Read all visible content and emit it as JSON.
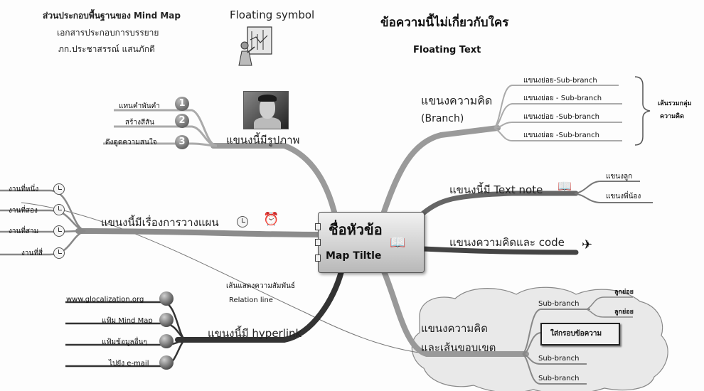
{
  "header": {
    "line1": "ส่วนประกอบพื้นฐานของ Mind Map",
    "line2": "เอกสารประกอบการบรรยาย",
    "line3": "ภก.ประชาสรรณ์ แสนภักดี",
    "floating_symbol": "Floating symbol",
    "floating_thai": "ข้อความนี้ไม่เกี่ยวกับใคร",
    "floating_text": "Floating Text"
  },
  "center": {
    "title_thai": "ชื่อหัวข้อ",
    "title_en": "Map Tiltle"
  },
  "picture_branch": {
    "label": "แขนงนี้มีรูปภาพ",
    "items": [
      {
        "text": "แทนคำพันคำ",
        "num": "1"
      },
      {
        "text": "สร้างสีสัน",
        "num": "2"
      },
      {
        "text": "ดึงดูดความสนใจ",
        "num": "3"
      }
    ]
  },
  "planning_branch": {
    "label": "แขนงนี้มีเรื่องการวางแผน",
    "items": [
      "งานที่หนึ่ง",
      "งานที่สอง",
      "งานที่สาม",
      "งานที่สี่"
    ]
  },
  "relation": {
    "thai": "เส้นแสดงความสัมพันธ์",
    "en": "Relation line"
  },
  "hyperlink_branch": {
    "label": "แขนงนี้มี hyperlink",
    "items": [
      "www.glocalization.org",
      "แฟ้ม Mind Map",
      "แฟ้มข้อมูลอื่นๆ",
      "ไปยัง e-mail"
    ]
  },
  "idea_branch": {
    "label": "แขนงความคิด",
    "label2": "(Branch)",
    "subs": [
      "แขนงย่อย-Sub-branch",
      "แขนงย่อย - Sub-branch",
      "แขนงย่อย -Sub-branch",
      "แขนงย่อย -Sub-branch"
    ],
    "bracket_line1": "เส้นรวมกลุ่ม",
    "bracket_line2": "ความคิด"
  },
  "textnote_branch": {
    "label": "แขนงนี้มี Text note",
    "children": [
      "แขนงลูก",
      "แขนงพี่น้อง"
    ]
  },
  "code_branch": {
    "label": "แขนงความคิดและ code"
  },
  "boundary_branch": {
    "label1": "แขนงความคิด",
    "label2": "และเส้นขอบเขต",
    "sub_top": "Sub-branch",
    "leaf1": "ลูกย่อย",
    "leaf2": "ลูกย่อย",
    "box": "ใส่กรอบข้อความ",
    "sub_mid": "Sub-branch",
    "sub_bot": "Sub-branch"
  }
}
